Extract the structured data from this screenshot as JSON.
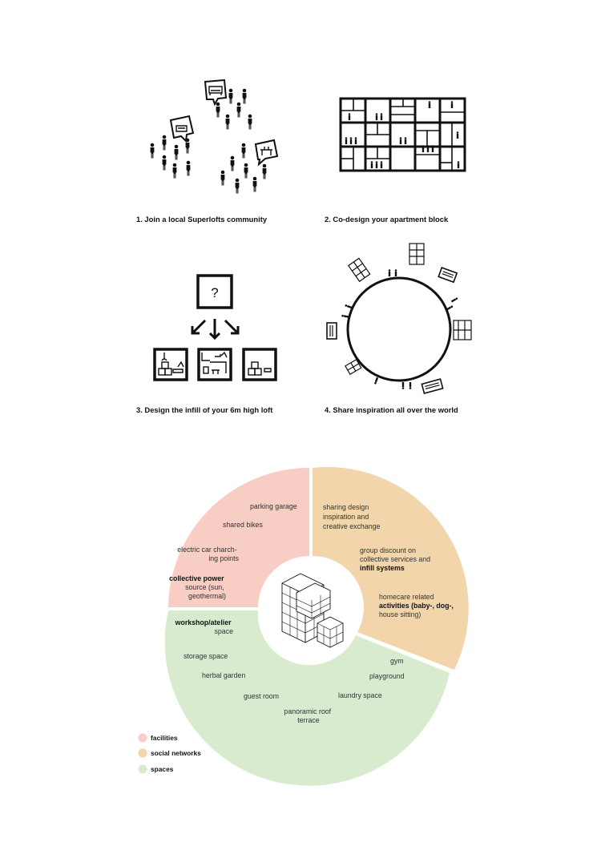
{
  "steps": [
    {
      "caption": "1. Join a local Superlofts community"
    },
    {
      "caption": "2. Co-design your apartment block"
    },
    {
      "caption": "3. Design the infill of your 6m high loft"
    },
    {
      "caption": "4. Share inspiration all over the world"
    }
  ],
  "step3": {
    "question_mark": "?"
  },
  "donut": {
    "colors": {
      "facilities": "#f7cdc4",
      "social_networks": "#f2d5ab",
      "spaces": "#d8ebcf"
    },
    "facilities": [
      {
        "line1": "parking garage"
      },
      {
        "line1": "shared bikes"
      },
      {
        "line1": "electric car charch-",
        "line2": "ing points"
      },
      {
        "bold": "collective power",
        "line1": "source (sun,",
        "line2": "geothermal)"
      }
    ],
    "social": [
      {
        "line1": "sharing design",
        "line2": "inspiration and",
        "line3": "creative exchange"
      },
      {
        "line1": "group discount on",
        "line2": "collective services and",
        "bold": "infill systems"
      },
      {
        "line1": "homecare related",
        "bold": "activities (baby-, dog-,",
        "line3": "house sitting)"
      }
    ],
    "spaces": [
      {
        "bold": "workshop/atelier",
        "line1": "space"
      },
      {
        "line1": "storage space"
      },
      {
        "line1": "herbal garden"
      },
      {
        "line1": "guest room"
      },
      {
        "line1": "panoramic roof",
        "line2": "terrace"
      },
      {
        "line1": "laundry space"
      },
      {
        "line1": "playground"
      },
      {
        "line1": "gym"
      }
    ]
  },
  "legend": [
    {
      "label": "facilities",
      "color": "#f7cdc4"
    },
    {
      "label": "social networks",
      "color": "#f2d5ab"
    },
    {
      "label": "spaces",
      "color": "#d8ebcf"
    }
  ]
}
